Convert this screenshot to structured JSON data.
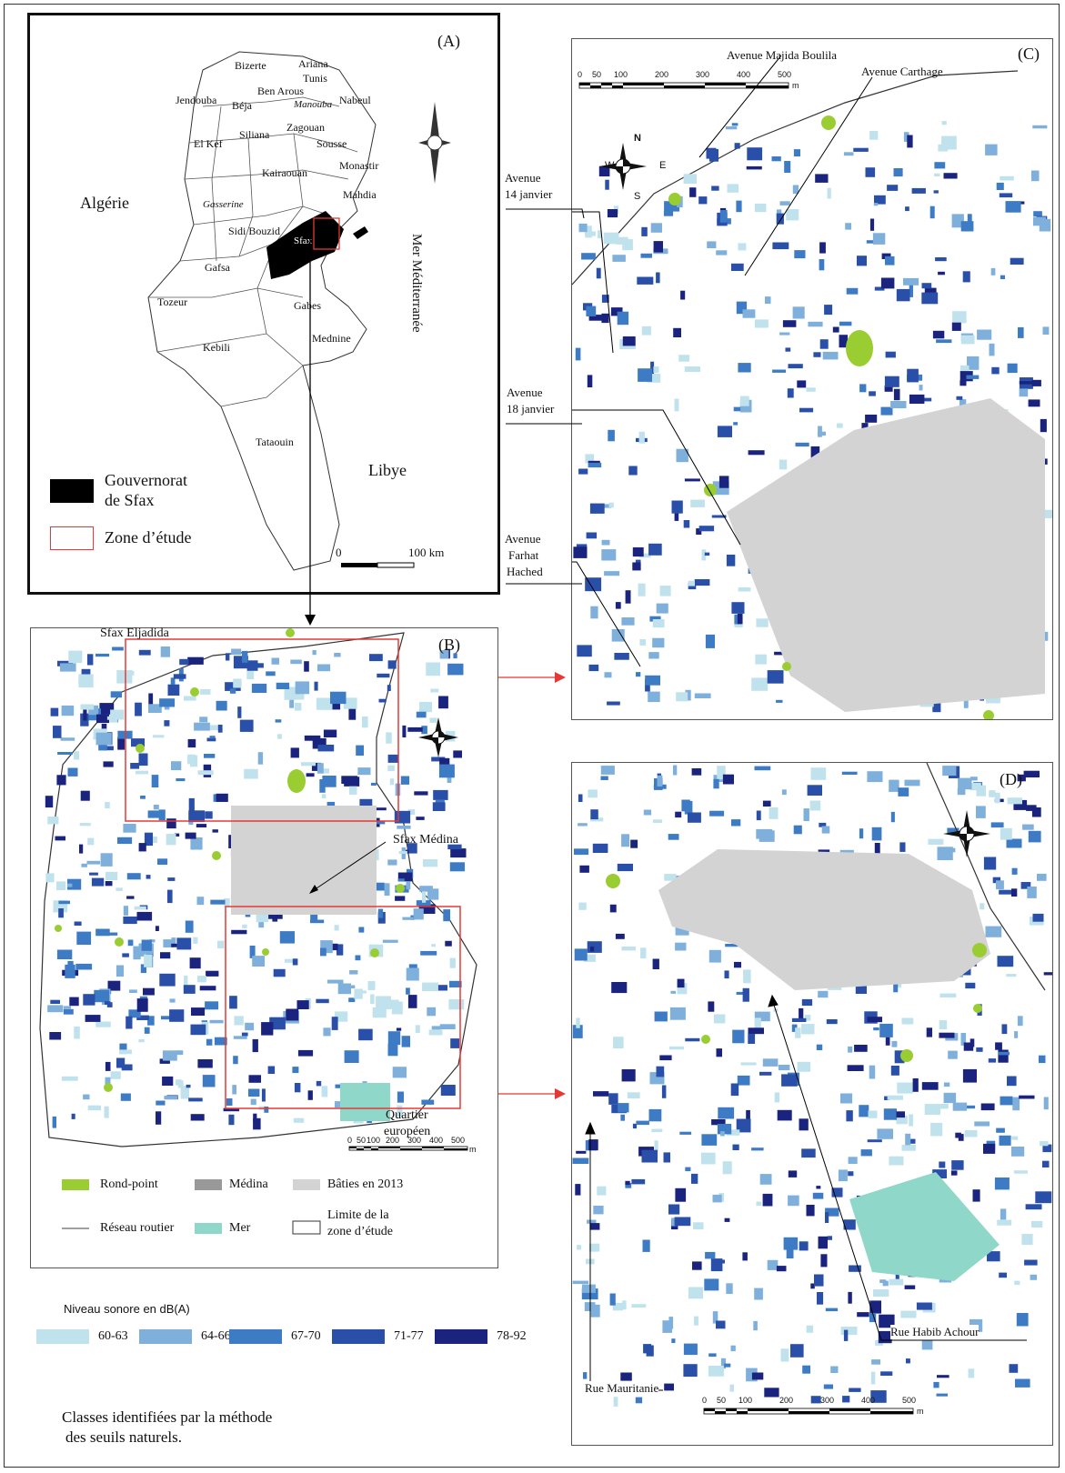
{
  "panel_a": {
    "label": "(A)",
    "countries": [
      "Algérie",
      "Libye"
    ],
    "sea": "Mer Méditerranée",
    "governorates": [
      "Bizerte",
      "Ariana",
      "Tunis",
      "Ben Arous",
      "Manouba",
      "Nabeul",
      "Jendouba",
      "Béja",
      "Zagouan",
      "Siliana",
      "El Kef",
      "Sousse",
      "Monastir",
      "Kairaouan",
      "Mahdia",
      "Gasserine",
      "Sidi Bouzid",
      "Sfax",
      "Gafsa",
      "Tozeur",
      "Gabes",
      "Kebili",
      "Mednine",
      "Tataouin"
    ],
    "legend": {
      "gov_line1": "Gouvernorat",
      "gov_line2": "de Sfax",
      "zone": "Zone d’étude"
    },
    "scale": {
      "start": "0",
      "end": "100 km"
    }
  },
  "panel_b": {
    "label": "(B)",
    "places": [
      "Sfax Eljadida",
      "Sfax Médina",
      "Quartier",
      "européen"
    ],
    "scale": [
      "0",
      "50",
      "100",
      "200",
      "300",
      "400",
      "500",
      "m"
    ],
    "legend": {
      "rond_point": "Rond-point",
      "medina": "Médina",
      "baties": "Bâties en 2013",
      "reseau": "Réseau routier",
      "mer": "Mer",
      "limite1": "Limite de la",
      "limite2": "zone d’étude"
    }
  },
  "panel_c": {
    "label": "(C)",
    "streets": [
      "Avenue Majida Boulila",
      "Avenue Carthage",
      "Avenue",
      "14 janvier",
      "Avenue",
      "18 janvier",
      "Avenue",
      "Farhat",
      "Hached"
    ],
    "scale": [
      "0",
      "50",
      "100",
      "200",
      "300",
      "400",
      "500",
      "m"
    ]
  },
  "panel_d": {
    "label": "(D)",
    "streets": [
      "Rue Habib Achour",
      "Rue Mauritanie"
    ],
    "scale": [
      "0",
      "50",
      "100",
      "200",
      "300",
      "400",
      "500",
      "m"
    ]
  },
  "compass": {
    "n": "N",
    "s": "S",
    "e": "E",
    "w": "W"
  },
  "noise_legend": {
    "title": "Niveau sonore en dB(A)",
    "classes": [
      {
        "label": "60-63",
        "color": "#bfe2ec"
      },
      {
        "label": "64-66",
        "color": "#7fb0dc"
      },
      {
        "label": "67-70",
        "color": "#3d7cc4"
      },
      {
        "label": "71-77",
        "color": "#2a4fa8"
      },
      {
        "label": "78-92",
        "color": "#1a237e"
      }
    ]
  },
  "note": {
    "line1": "Classes identifiées par la méthode",
    "line2": "des seuils naturels."
  },
  "colors": {
    "roundabout": "#9acd32",
    "medina": "#999999",
    "built": "#d3d3d3",
    "sea": "#8fd8c9",
    "red": "#e53935"
  }
}
